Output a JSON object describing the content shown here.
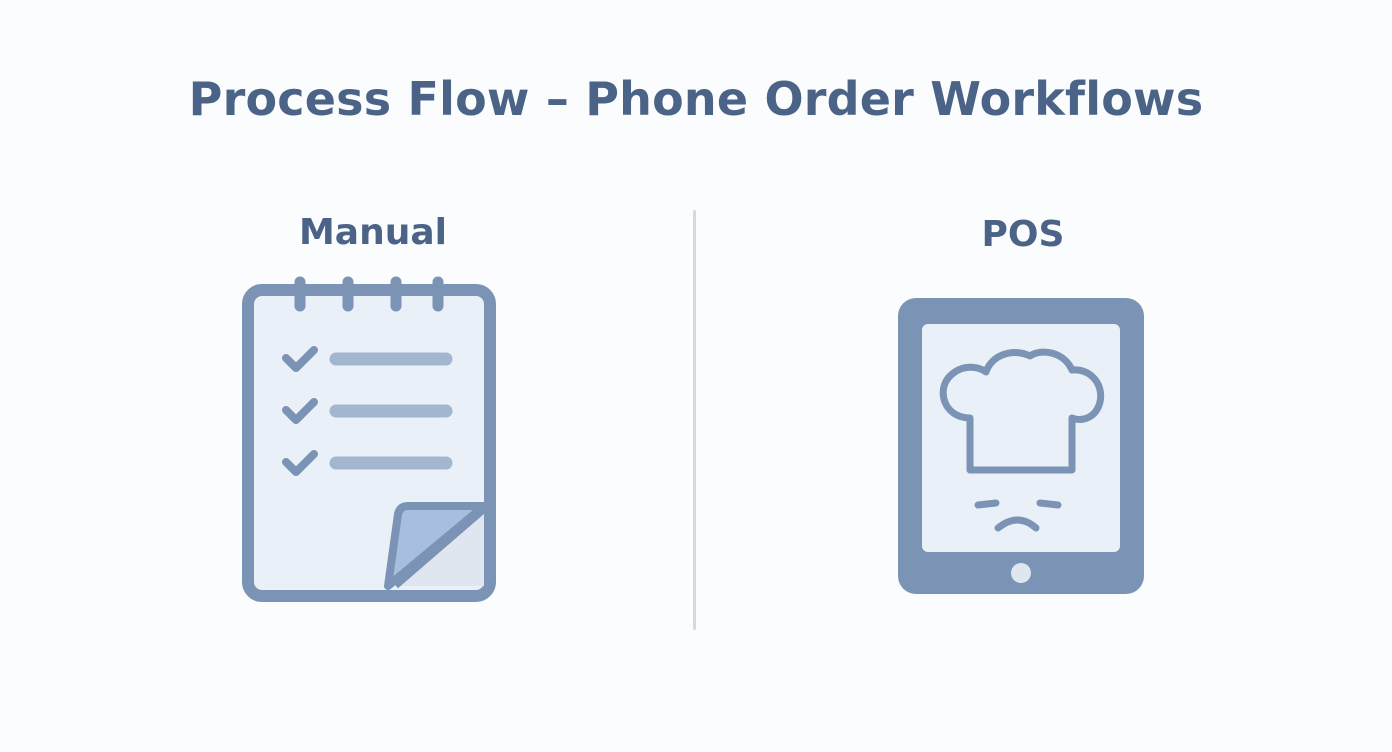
{
  "diagram": {
    "title": "Process Flow – Phone Order Workflows",
    "left_panel": {
      "label": "Manual",
      "icon": "notepad-checklist-icon"
    },
    "right_panel": {
      "label": "POS",
      "icon": "tablet-chef-hat-icon"
    }
  },
  "colors": {
    "title": "#4a6386",
    "icon_stroke": "#7b93b5",
    "icon_fill": "#eaf0f7",
    "accent_fill": "#a7bede",
    "divider": "#d5dae1",
    "background": "#fbfcfd"
  }
}
